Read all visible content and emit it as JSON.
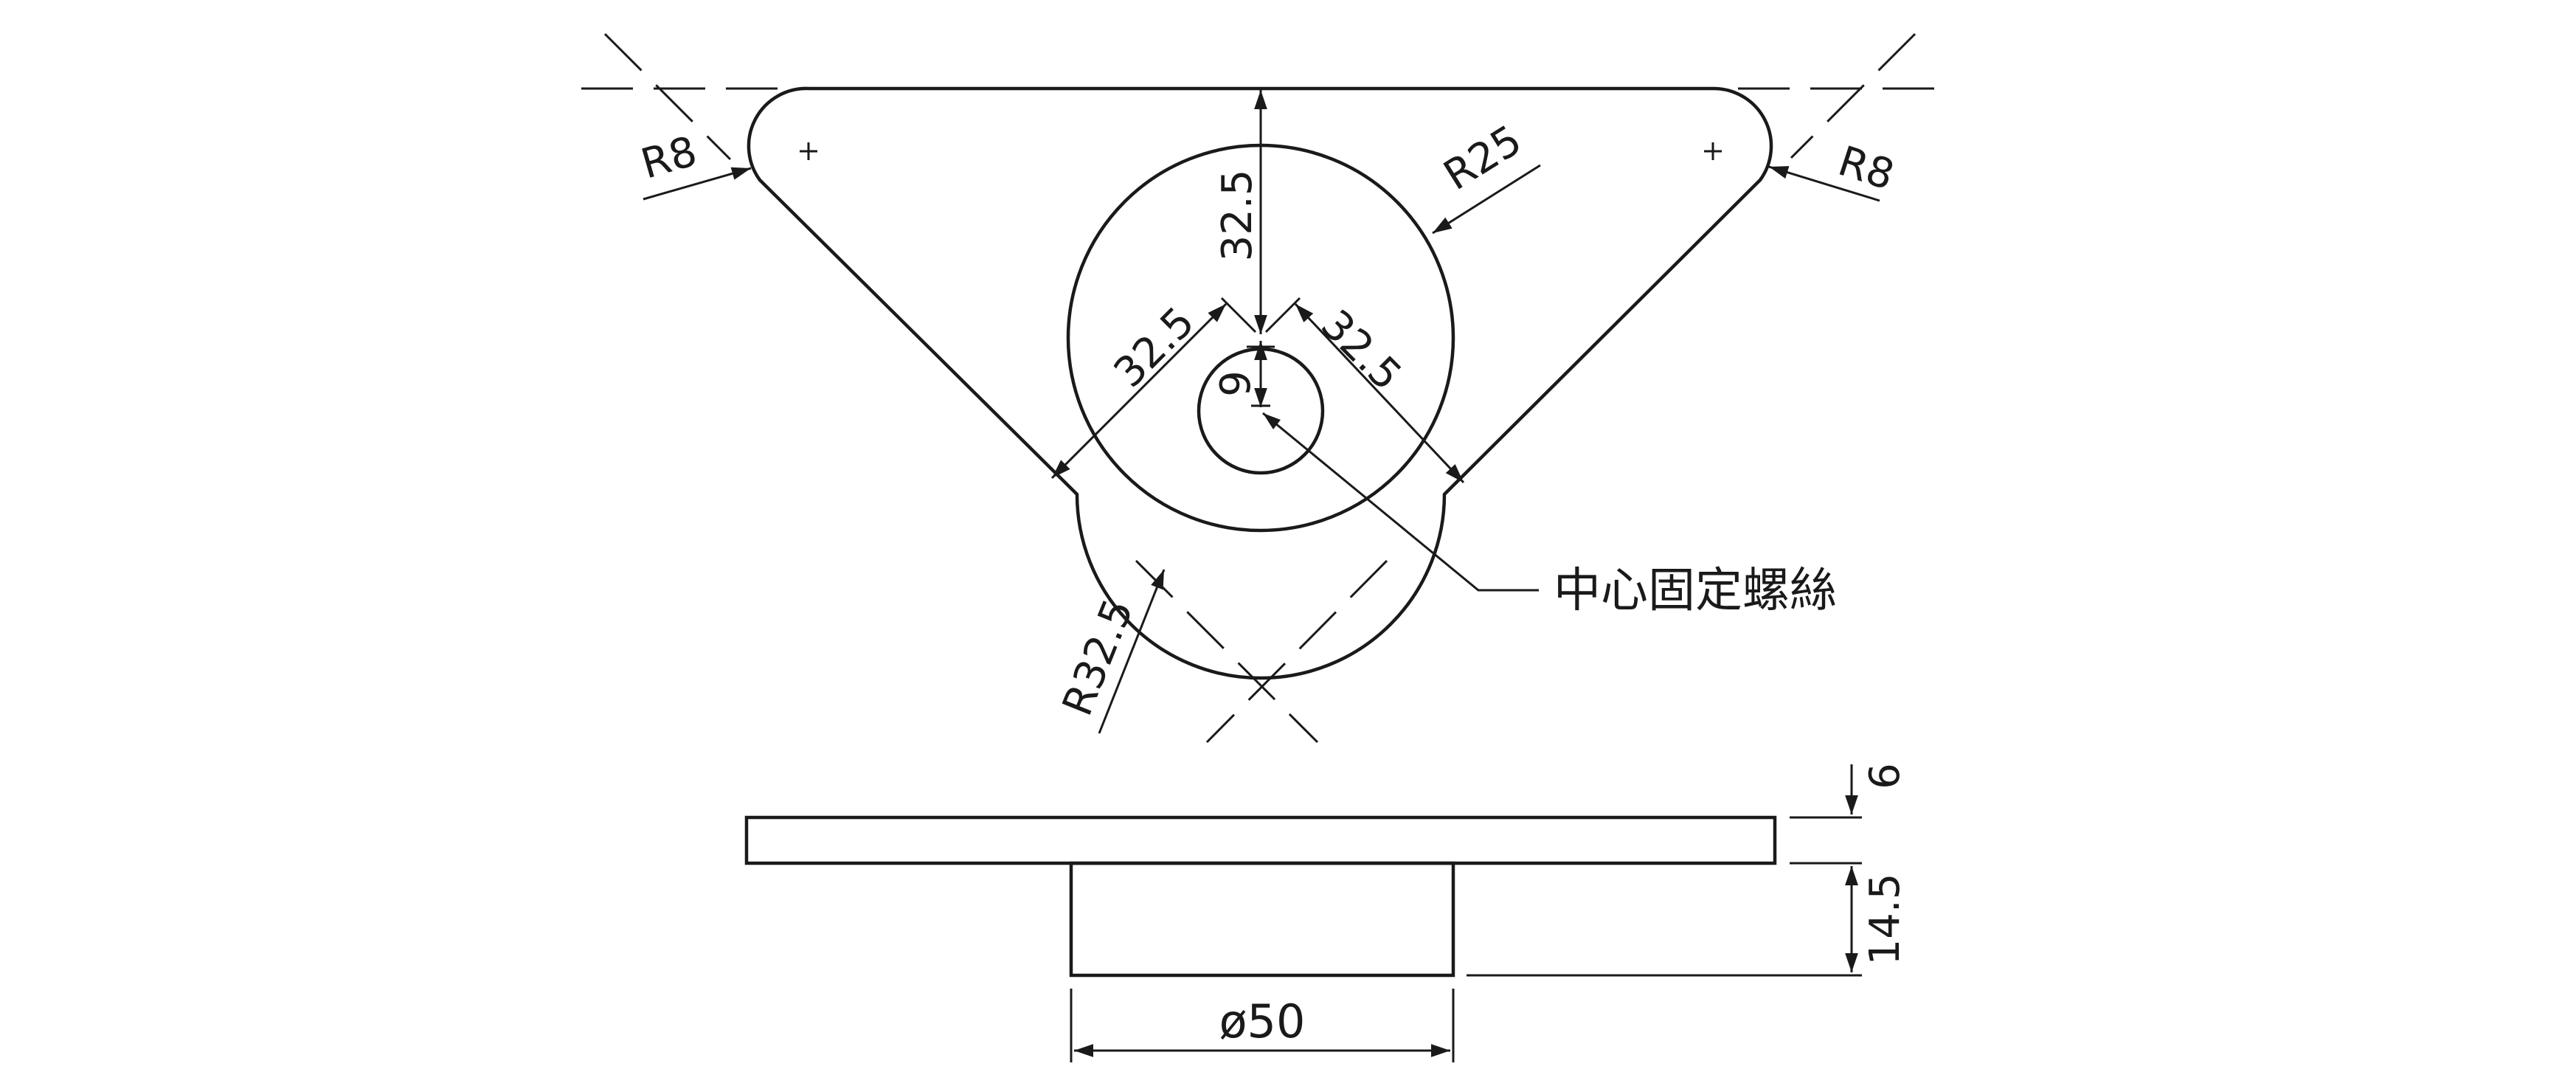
{
  "style": {
    "line_color": "#1a1a1a",
    "background": "#ffffff"
  },
  "dimensions": {
    "corner_radius_left": "R8",
    "corner_radius_right": "R8",
    "outer_circle_radius": "R25",
    "bottom_radius": "R32.5",
    "vertical_distance": "32.5",
    "diagonal_left": "32.5",
    "diagonal_right": "32.5",
    "hole_diameter": "9",
    "plate_thickness": "6",
    "boss_height": "14.5",
    "boss_diameter": "ø50"
  },
  "callouts": {
    "center_screw": "中心固定螺絲"
  }
}
